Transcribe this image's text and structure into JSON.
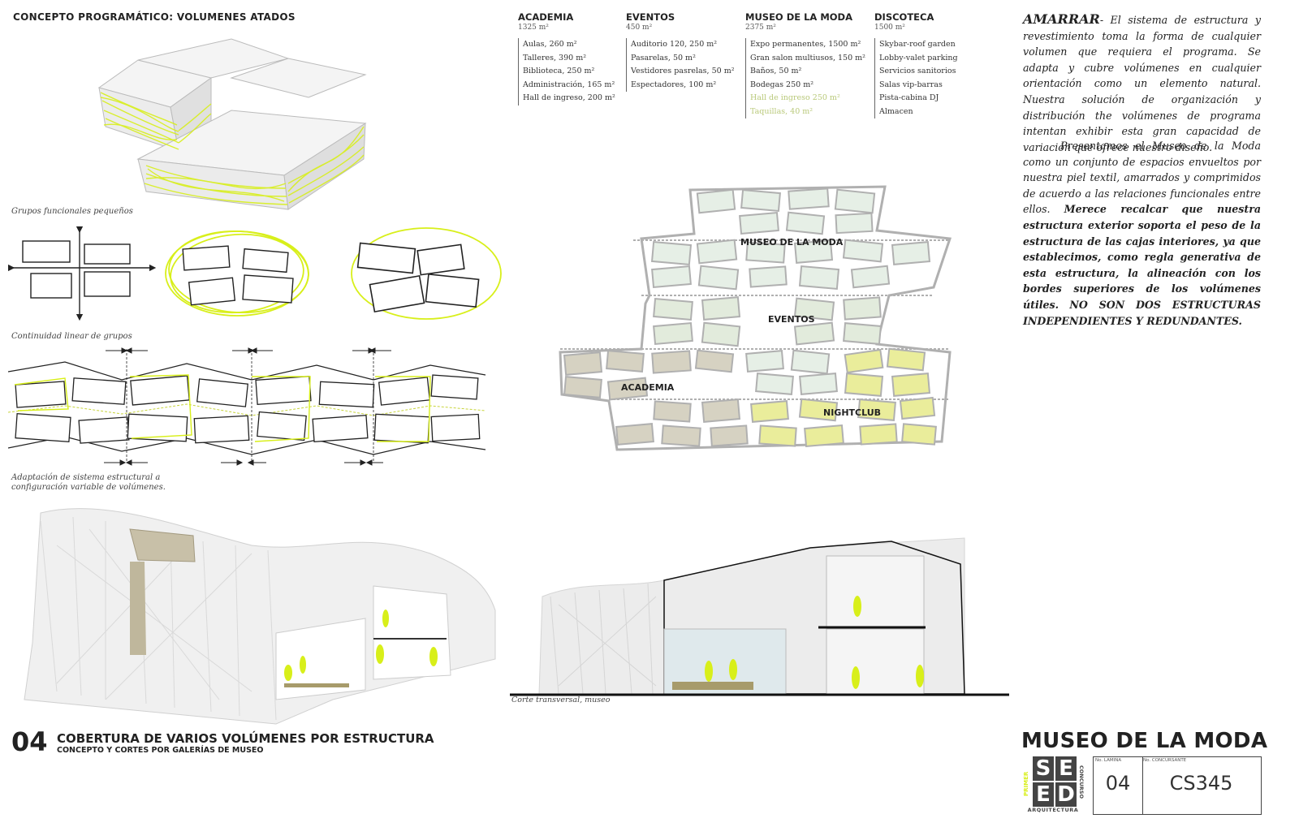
{
  "concept_title": "CONCEPTO PROGRAMÁTICO: VOLUMENES ATADOS",
  "caption_groups": "Grupos funcionales pequeños",
  "caption_linear": "Continuidad linear de grupos",
  "caption_adapt_1": "Adaptación de sistema estructural a",
  "caption_adapt_2": "configuración variable de volúmenes.",
  "caption_section": "Corte transversal, museo",
  "program": [
    {
      "title": "ACADEMIA",
      "area": "1325 m²",
      "items": [
        "Aulas, 260 m²",
        "Talleres, 390 m²",
        "Biblioteca, 250 m²",
        "Administración, 165 m²",
        "Hall de ingreso, 200 m²"
      ]
    },
    {
      "title": "EVENTOS",
      "area": "450 m²",
      "items": [
        "Auditorio 120, 250 m²",
        "Pasarelas, 50 m²",
        "Vestidores pasrelas, 50 m²",
        "Espectadores, 100 m²"
      ]
    },
    {
      "title": "MUSEO DE LA MODA",
      "area": "2375 m²",
      "items": [
        "Expo permanentes, 1500 m²",
        "Gran salon multiusos, 150 m²",
        "Baños, 50 m²",
        "Bodegas 250 m²",
        "Hall de ingreso 250 m²",
        "Taquillas, 40 m²"
      ]
    },
    {
      "title": "DISCOTECA",
      "area": "1500 m²",
      "items": [
        "Skybar-roof garden",
        "Lobby-valet parking",
        "Servicios sanitorios",
        "Salas vip-barras",
        "Pista-cabina DJ",
        "Almacen"
      ]
    }
  ],
  "amarrar_word": "AMARRAR",
  "para1": "- El sistema de estructura y revestimiento toma la forma de cualquier volumen que requiera el programa. Se adapta y cubre volúmenes en cualquier orientación como un elemento natural. Nuestra solución de organización y distribución the volúmenes de programa intentan exhibir esta gran capacidad de variación que ofrece nuestro diseño.",
  "para2_plain": "Presentamos el Museo de la Moda como un conjunto de espacios envueltos por nuestra piel textil, amarrados y comprimidos de acuerdo a las relaciones funcionales entre ellos.",
  "para2_bold": "Merece recalcar que nuestra estructura exterior soporta el peso de la estructura de las cajas interiores, ya que establecimos, como regla generativa de esta estructura, la alineación con los bordes superiores de los volúmenes útiles.",
  "para2_bold_caps": "NO SON DOS ESTRUCTURAS INDEPENDIENTES Y REDUNDANTES.",
  "map_labels": {
    "museo": "MUSEO DE LA MODA",
    "eventos": "EVENTOS",
    "academia": "ACADEMIA",
    "nightclub": "NIGHTCLUB"
  },
  "sheet_number": "04",
  "sheet_title": "COBERTURA DE VARIOS VOLÚMENES POR ESTRUCTURA",
  "sheet_subtitle": "CONCEPTO Y CORTES POR GALERÍAS DE MUSEO",
  "project_title": "MUSEO DE LA MODA",
  "logo_letters": [
    "S",
    "E",
    "E",
    "D"
  ],
  "logo_side_left": "PRIMER",
  "logo_side_right": "CONCURSO",
  "logo_bottom": "ARQUITECTURA",
  "box_lamina_label": "No. LAMINA",
  "box_lamina_value": "04",
  "box_concursante_label": "No. CONCURSANTE",
  "box_concursante_value": "CS345",
  "colors": {
    "lime": "#d8ef1a",
    "museo_fill": "#e6efe6",
    "eventos_fill": "#e2ebdc",
    "academia_fill": "#d6d2c2",
    "night_fill": "#eaed9b",
    "map_stroke": "#b0b0b0"
  }
}
